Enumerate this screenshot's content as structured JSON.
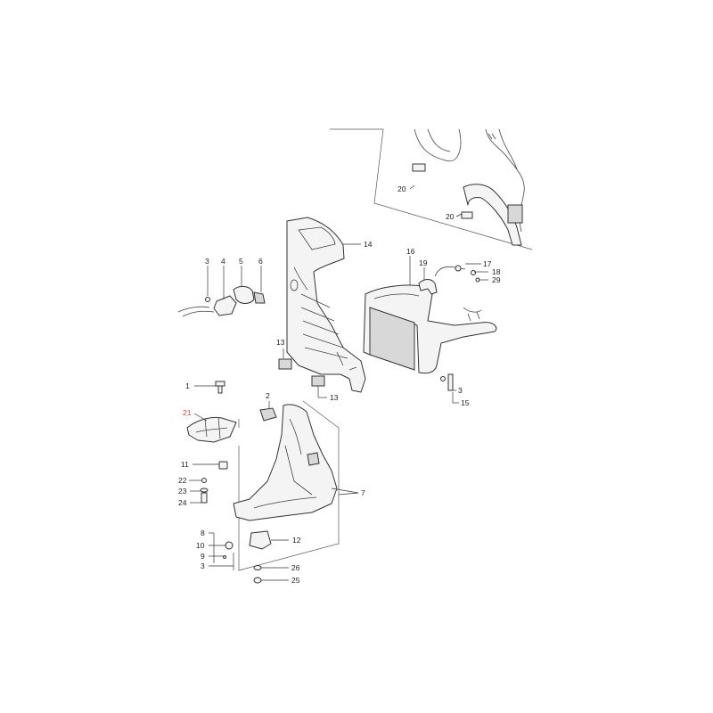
{
  "callouts": [
    {
      "id": "c-20a",
      "text": "20"
    },
    {
      "id": "c-20b",
      "text": "20"
    },
    {
      "id": "c-14",
      "text": "14"
    },
    {
      "id": "c-16",
      "text": "16"
    },
    {
      "id": "c-19",
      "text": "19"
    },
    {
      "id": "c-17",
      "text": "17"
    },
    {
      "id": "c-18",
      "text": "18"
    },
    {
      "id": "c-29",
      "text": "29"
    },
    {
      "id": "c-3a",
      "text": "3"
    },
    {
      "id": "c-4",
      "text": "4"
    },
    {
      "id": "c-5",
      "text": "5"
    },
    {
      "id": "c-6",
      "text": "6"
    },
    {
      "id": "c-13a",
      "text": "13"
    },
    {
      "id": "c-13b",
      "text": "13"
    },
    {
      "id": "c-3b",
      "text": "3"
    },
    {
      "id": "c-15",
      "text": "15"
    },
    {
      "id": "c-1",
      "text": "1"
    },
    {
      "id": "c-2",
      "text": "2"
    },
    {
      "id": "c-21",
      "text": "21"
    },
    {
      "id": "c-11",
      "text": "11"
    },
    {
      "id": "c-22",
      "text": "22"
    },
    {
      "id": "c-23",
      "text": "23"
    },
    {
      "id": "c-24",
      "text": "24"
    },
    {
      "id": "c-7",
      "text": "7"
    },
    {
      "id": "c-8",
      "text": "8"
    },
    {
      "id": "c-10",
      "text": "10"
    },
    {
      "id": "c-12",
      "text": "12"
    },
    {
      "id": "c-9",
      "text": "9"
    },
    {
      "id": "c-3c",
      "text": "3"
    },
    {
      "id": "c-26",
      "text": "26"
    },
    {
      "id": "c-25",
      "text": "25"
    }
  ],
  "colors": {
    "highlight": "#d4472a",
    "line": "#333333",
    "fill": "#f4f4f4"
  }
}
